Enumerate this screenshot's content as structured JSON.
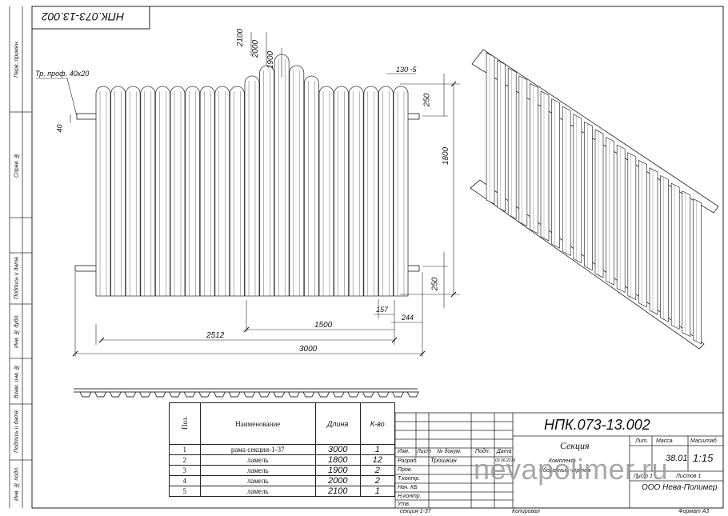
{
  "stamp_code_rotated": "НПК.073-13.002",
  "side_labels": {
    "perv_primen": "Перв. примен.",
    "sprav": "Справ. №",
    "podp_data_1": "Подпись и дата",
    "inv_dubl": "Инв. № дубл.",
    "vzam_inv": "Взам. инв. №",
    "podp_data_2": "Подпись и дата",
    "inv_podl": "Инв. № подл."
  },
  "dimensions": {
    "profile": "Тр. проф. 40х20",
    "d40": "40",
    "h2100": "2100",
    "h2000": "2000",
    "h1900": "1900",
    "d130": "130 -5",
    "d250_top": "250",
    "d1800": "1800",
    "d250_bottom": "250",
    "d157": "157",
    "d244": "244",
    "d1500": "1500",
    "d2512": "2512",
    "d3000": "3000"
  },
  "spec_table": {
    "headers": {
      "pos": "Поз.",
      "name": "Наименование",
      "length": "Длина",
      "qty": "К-во"
    },
    "rows": [
      {
        "pos": "1",
        "name": "рама секции-1-37",
        "length": "3000",
        "qty": "1"
      },
      {
        "pos": "2",
        "name": "ламель",
        "length": "1800",
        "qty": "12"
      },
      {
        "pos": "3",
        "name": "ламель",
        "length": "1900",
        "qty": "2"
      },
      {
        "pos": "4",
        "name": "ламель",
        "length": "2000",
        "qty": "2"
      },
      {
        "pos": "5",
        "name": "ламель",
        "length": "2100",
        "qty": "1"
      }
    ]
  },
  "title_block": {
    "doc_code": "НПК.073-13.002",
    "title": "Секция",
    "subtitle_1": "Комплект",
    "subtitle_2": "Сборочный чертеж",
    "col_izm": "Изм.",
    "col_list": "Лист",
    "col_ndok": "№ докум.",
    "col_podp": "Подп.",
    "col_data": "Дата",
    "row_razrab": "Разраб.",
    "razrab_name": "Трошкин",
    "razrab_date": "03.06.2013",
    "row_prov": "Пров.",
    "row_tkontr": "Т.контр.",
    "row_nach": "Нач. КБ",
    "row_nkontr": "Н.контр.",
    "row_utv": "Утв.",
    "lit": "Лит.",
    "massa": "Масса",
    "masshtab": "Масштаб",
    "mass_value": "38.01",
    "scale_value": "1:15",
    "sheet": "Лист 1",
    "sheets": "Листов 1",
    "company": "ООО Нева-Полимер"
  },
  "footer": {
    "doc": "секция-1-37",
    "copied": "Копировал",
    "format": "Формат А3"
  },
  "watermark": "nevapolimer.ru"
}
